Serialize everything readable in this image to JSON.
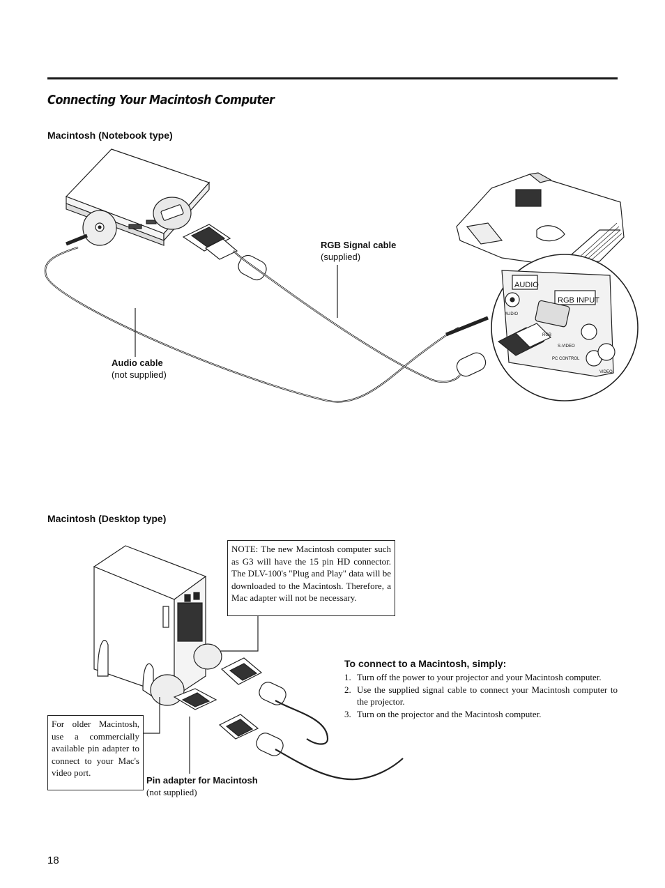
{
  "page": {
    "title": "Connecting Your Macintosh Computer",
    "page_number": "18"
  },
  "notebook_section": {
    "heading": "Macintosh (Notebook type)",
    "rgb_cable": {
      "label": "RGB Signal cable",
      "sub": "(supplied)"
    },
    "audio_cable": {
      "label": "Audio cable",
      "sub": "(not supplied)"
    },
    "projector_labels": {
      "audio": "AUDIO",
      "rgb_input": "RGB INPUT",
      "audio_small": "AUDIO",
      "rgb_small": "RGB",
      "svideo": "S-VIDEO",
      "pc_control": "PC CONTROL",
      "video": "VIDEO"
    }
  },
  "desktop_section": {
    "heading": "Macintosh (Desktop type)",
    "note": "NOTE: The new Macintosh computer such as G3 will have the 15 pin HD connector. The DLV-100's \"Plug and Play\" data will be downloaded to the Macintosh. Therefore, a Mac adapter will not be necessary.",
    "older_note": "For older Macintosh, use a commercially available pin adapter to connect to your Mac's video port.",
    "pin_adapter": {
      "label": "Pin adapter for Macintosh",
      "sub": "(not supplied)"
    }
  },
  "instructions": {
    "heading": "To connect to a Macintosh, simply:",
    "steps": [
      {
        "num": "1.",
        "text": "Turn off the power to your projector and your Macintosh computer."
      },
      {
        "num": "2.",
        "text": "Use the supplied signal cable to connect your Macintosh computer to the projector."
      },
      {
        "num": "3.",
        "text": "Turn on the projector and the Macintosh computer."
      }
    ]
  }
}
